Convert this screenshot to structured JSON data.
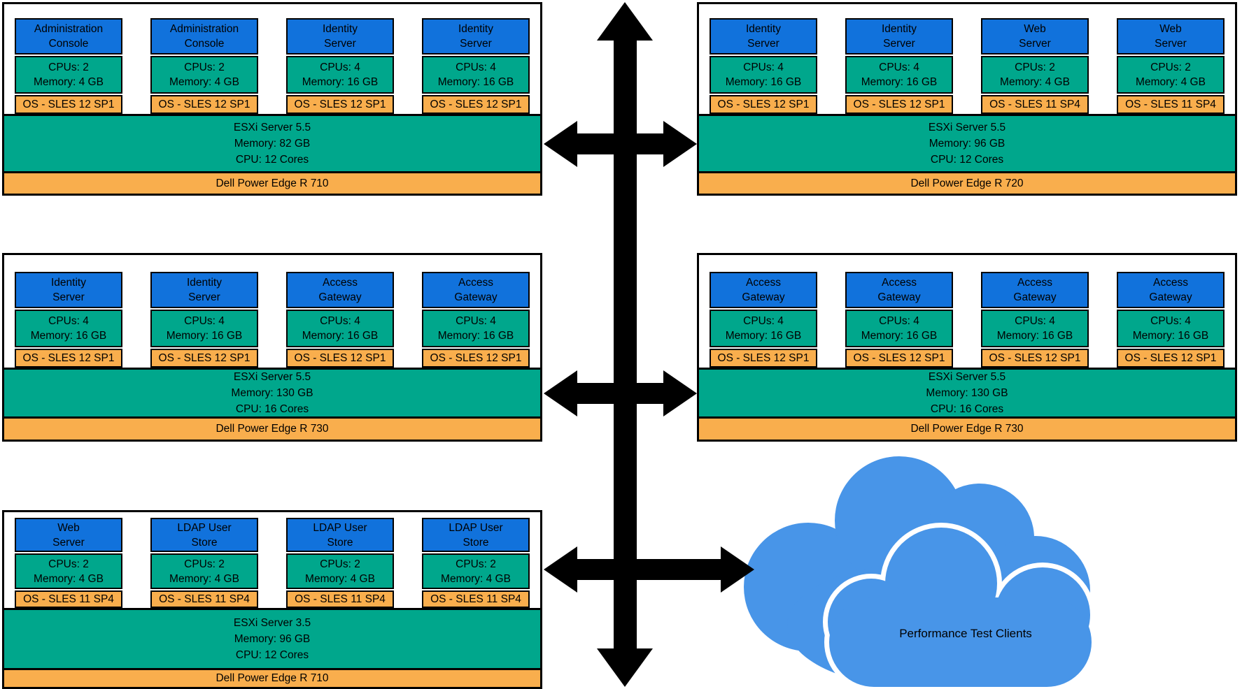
{
  "colors": {
    "vm_header_blue": "#1172dc",
    "resource_green": "#00a78c",
    "os_orange": "#f9ae4d",
    "cloud_blue": "#4895e8",
    "arrow_black": "#000000"
  },
  "hosts": [
    {
      "position": "top-left",
      "vms": [
        {
          "name": "Administration\nConsole",
          "cpus": "CPUs: 2",
          "memory": "Memory: 4 GB",
          "os": "OS - SLES 12 SP1"
        },
        {
          "name": "Administration\nConsole",
          "cpus": "CPUs: 2",
          "memory": "Memory: 4 GB",
          "os": "OS - SLES 12 SP1"
        },
        {
          "name": "Identity\nServer",
          "cpus": "CPUs: 4",
          "memory": "Memory: 16 GB",
          "os": "OS - SLES 12 SP1"
        },
        {
          "name": "Identity\nServer",
          "cpus": "CPUs: 4",
          "memory": "Memory: 16 GB",
          "os": "OS - SLES 12 SP1"
        }
      ],
      "esxi": {
        "title": "ESXi Server 5.5",
        "memory": "Memory: 82 GB",
        "cpu": "CPU: 12 Cores"
      },
      "hardware": "Dell Power Edge R 710"
    },
    {
      "position": "top-right",
      "vms": [
        {
          "name": "Identity\nServer",
          "cpus": "CPUs: 4",
          "memory": "Memory: 16 GB",
          "os": "OS - SLES 12 SP1"
        },
        {
          "name": "Identity\nServer",
          "cpus": "CPUs: 4",
          "memory": "Memory: 16 GB",
          "os": "OS - SLES 12 SP1"
        },
        {
          "name": "Web\nServer",
          "cpus": "CPUs: 2",
          "memory": "Memory: 4 GB",
          "os": "OS - SLES 11 SP4"
        },
        {
          "name": "Web\nServer",
          "cpus": "CPUs: 2",
          "memory": "Memory: 4 GB",
          "os": "OS - SLES 11 SP4"
        }
      ],
      "esxi": {
        "title": "ESXi Server 5.5",
        "memory": "Memory: 96 GB",
        "cpu": "CPU: 12 Cores"
      },
      "hardware": "Dell Power Edge R 720"
    },
    {
      "position": "middle-left",
      "vms": [
        {
          "name": "Identity\nServer",
          "cpus": "CPUs: 4",
          "memory": "Memory: 16 GB",
          "os": "OS - SLES 12 SP1"
        },
        {
          "name": "Identity\nServer",
          "cpus": "CPUs: 4",
          "memory": "Memory: 16 GB",
          "os": "OS - SLES 12 SP1"
        },
        {
          "name": "Access\nGateway",
          "cpus": "CPUs: 4",
          "memory": "Memory: 16 GB",
          "os": "OS - SLES 12 SP1"
        },
        {
          "name": "Access\nGateway",
          "cpus": "CPUs: 4",
          "memory": "Memory: 16 GB",
          "os": "OS - SLES 12 SP1"
        }
      ],
      "esxi": {
        "title": "ESXi Server 5.5",
        "memory": "Memory: 130  GB",
        "cpu": "CPU: 16 Cores"
      },
      "hardware": "Dell Power Edge R 730"
    },
    {
      "position": "middle-right",
      "vms": [
        {
          "name": "Access\nGateway",
          "cpus": "CPUs: 4",
          "memory": "Memory: 16 GB",
          "os": "OS - SLES 12 SP1"
        },
        {
          "name": "Access\nGateway",
          "cpus": "CPUs: 4",
          "memory": "Memory: 16 GB",
          "os": "OS - SLES 12 SP1"
        },
        {
          "name": "Access\nGateway",
          "cpus": "CPUs: 4",
          "memory": "Memory: 16 GB",
          "os": "OS - SLES 12 SP1"
        },
        {
          "name": "Access\nGateway",
          "cpus": "CPUs: 4",
          "memory": "Memory: 16 GB",
          "os": "OS - SLES 12 SP1"
        }
      ],
      "esxi": {
        "title": "ESXi Server 5.5",
        "memory": "Memory: 130 GB",
        "cpu": "CPU: 16 Cores"
      },
      "hardware": "Dell Power Edge R 730"
    },
    {
      "position": "bottom-left",
      "vms": [
        {
          "name": "Web\nServer",
          "cpus": "CPUs: 2",
          "memory": "Memory: 4 GB",
          "os": "OS - SLES 11 SP4"
        },
        {
          "name": "LDAP User\nStore",
          "cpus": "CPUs: 2",
          "memory": "Memory: 4 GB",
          "os": "OS - SLES 11 SP4"
        },
        {
          "name": "LDAP User\nStore",
          "cpus": "CPUs: 2",
          "memory": "Memory: 4 GB",
          "os": "OS - SLES 11 SP4"
        },
        {
          "name": "LDAP User\nStore",
          "cpus": "CPUs: 2",
          "memory": "Memory: 4 GB",
          "os": "OS - SLES 11 SP4"
        }
      ],
      "esxi": {
        "title": "ESXi Server 3.5",
        "memory": "Memory: 96 GB",
        "cpu": "CPU: 12 Cores"
      },
      "hardware": "Dell Power Edge R 710"
    }
  ],
  "cloud": {
    "label": "Performance Test Clients"
  }
}
